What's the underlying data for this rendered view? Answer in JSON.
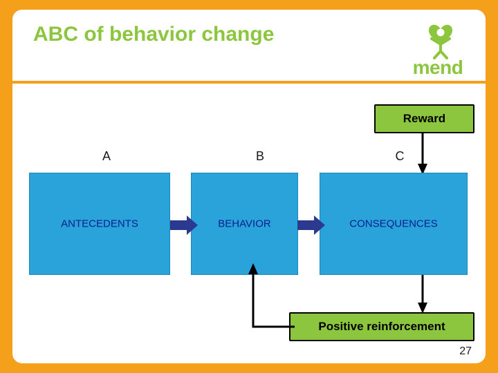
{
  "slide": {
    "title": "ABC of behavior change",
    "page_number": "27",
    "accent_green": "#8cc63e",
    "accent_orange": "#f5a01a",
    "box_blue": "#29a3d9",
    "box_text_blue": "#0b1f8f"
  },
  "logo": {
    "text": "mend",
    "mark": "person-heart-icon"
  },
  "diagram": {
    "type": "flow",
    "letters": [
      {
        "label": "A"
      },
      {
        "label": "B"
      },
      {
        "label": "C"
      }
    ],
    "boxes": [
      {
        "label": "ANTECEDENTS"
      },
      {
        "label": "BEHAVIOR"
      },
      {
        "label": "CONSEQUENCES"
      }
    ],
    "callouts": [
      {
        "label": "Reward"
      },
      {
        "label": "Positive reinforcement"
      }
    ]
  }
}
